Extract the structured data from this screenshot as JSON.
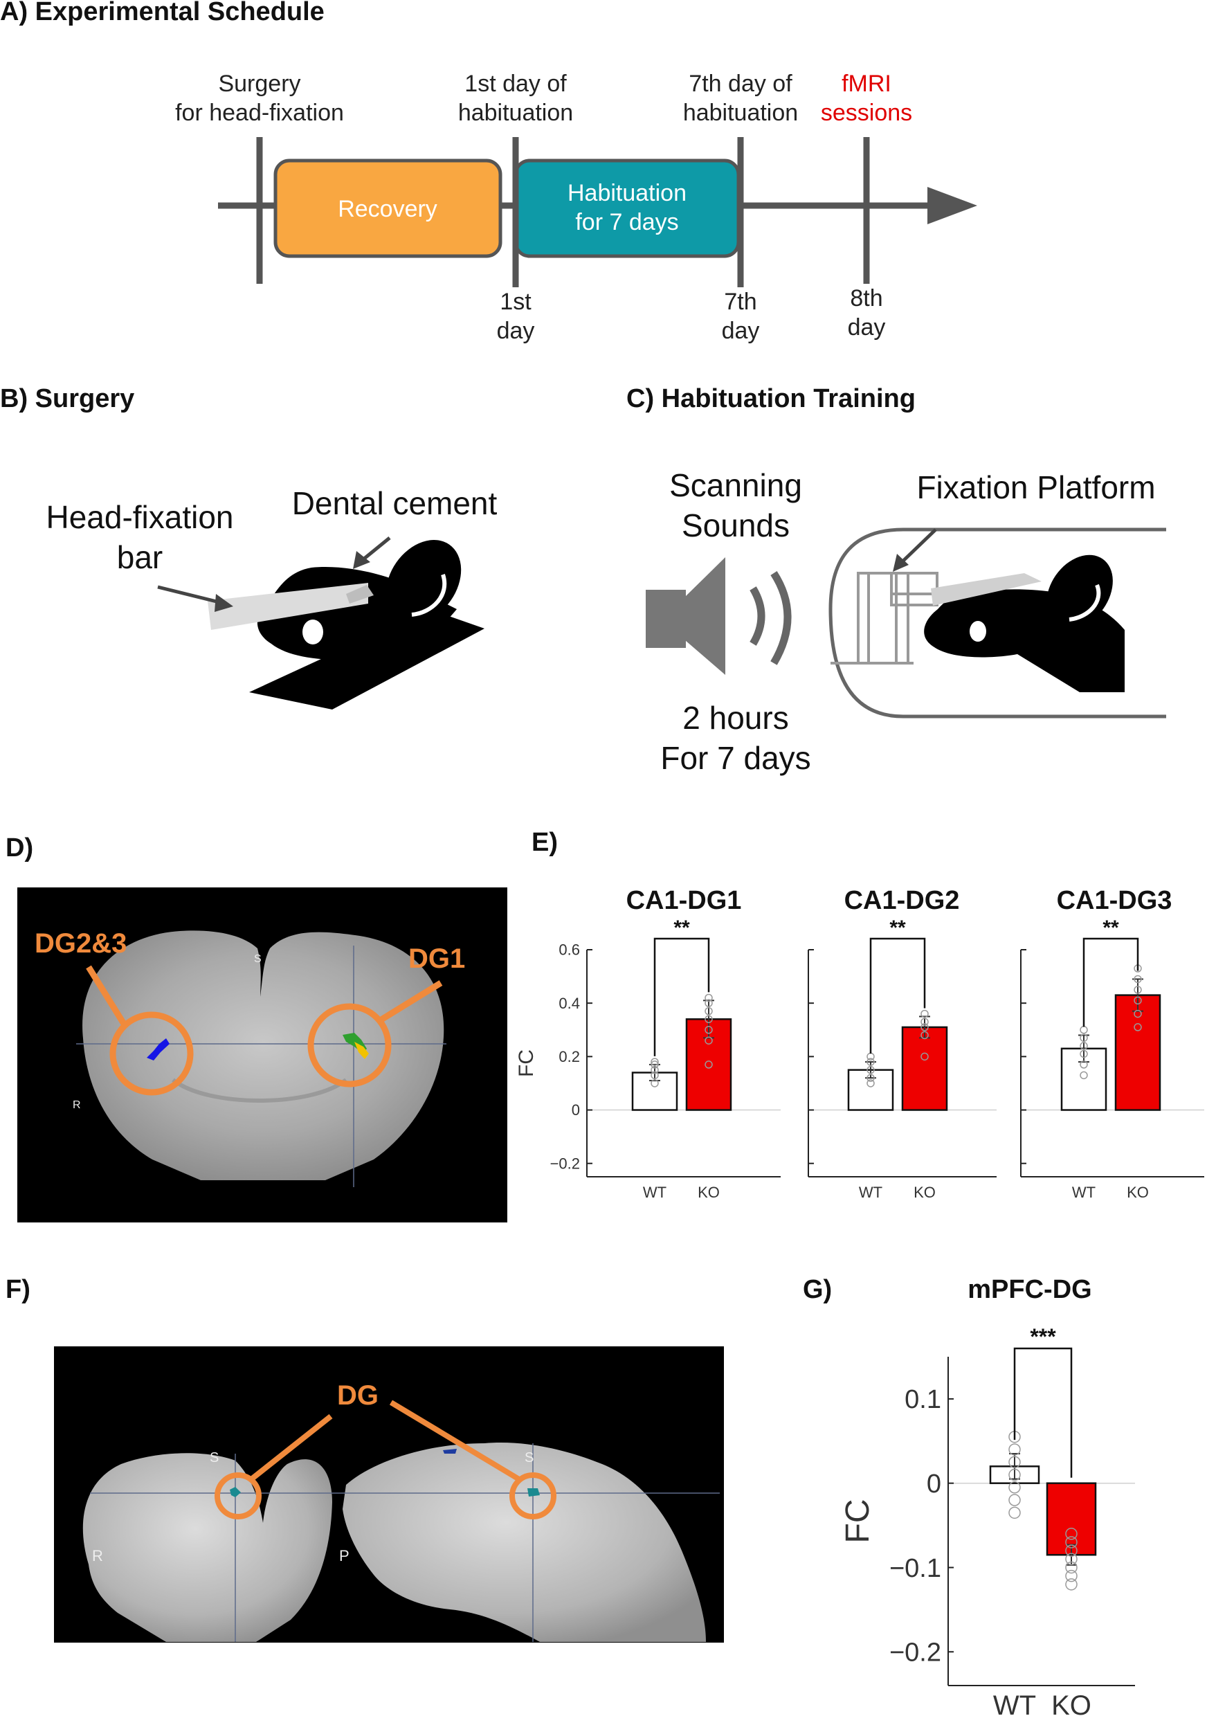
{
  "panelA": {
    "label": "A) Experimental Schedule",
    "surgery_line1": "Surgery",
    "surgery_line2": "for head-fixation",
    "hab1_line1": "1st day of",
    "hab1_line2": "habituation",
    "hab7_line1": "7th day of",
    "hab7_line2": "habituation",
    "fmri_line1": "fMRI",
    "fmri_line2": "sessions",
    "recovery": "Recovery",
    "habituation_line1": "Habituation",
    "habituation_line2": "for 7 days",
    "day1_line1": "1st",
    "day1_line2": "day",
    "day7_line1": "7th",
    "day7_line2": "day",
    "day8_line1": "8th",
    "day8_line2": "day",
    "colors": {
      "recovery": "#f9a741",
      "habituation": "#0e9aa7",
      "fmri": "#e00000",
      "axis": "#555555"
    }
  },
  "panelB": {
    "label": "B) Surgery",
    "bar_line1": "Head-fixation",
    "bar_line2": "bar",
    "cement": "Dental cement"
  },
  "panelC": {
    "label": "C) Habituation Training",
    "sounds_line1": "Scanning",
    "sounds_line2": "Sounds",
    "platform": "Fixation Platform",
    "duration_line1": "2 hours",
    "duration_line2": "For 7 days"
  },
  "panelD": {
    "label": "D)",
    "roi_left": "DG2&3",
    "roi_right": "DG1",
    "orient_s": "S",
    "orient_r": "R"
  },
  "panelE": {
    "label": "E)"
  },
  "panelF": {
    "label": "F)",
    "roi": "DG",
    "orient_s1": "S",
    "orient_r": "R",
    "orient_p": "P",
    "orient_s2": "S"
  },
  "panelG": {
    "label": "G)"
  },
  "chart_data": [
    {
      "type": "bar",
      "title": "CA1-DG1",
      "categories": [
        "WT",
        "KO"
      ],
      "values": [
        0.14,
        0.34
      ],
      "errors": [
        0.03,
        0.07
      ],
      "points": [
        [
          0.1,
          0.13,
          0.15,
          0.17,
          0.18
        ],
        [
          0.17,
          0.26,
          0.3,
          0.34,
          0.37,
          0.4,
          0.42
        ]
      ],
      "colors": [
        "#ffffff",
        "#ee0000"
      ],
      "significance": "**",
      "ylabel": "FC",
      "yticks": [
        -0.2,
        0,
        0.2,
        0.4,
        0.6
      ],
      "ylim": [
        -0.25,
        0.6
      ]
    },
    {
      "type": "bar",
      "title": "CA1-DG2",
      "categories": [
        "WT",
        "KO"
      ],
      "values": [
        0.15,
        0.31
      ],
      "errors": [
        0.03,
        0.04
      ],
      "points": [
        [
          0.1,
          0.12,
          0.15,
          0.18,
          0.2
        ],
        [
          0.2,
          0.28,
          0.31,
          0.33,
          0.36
        ]
      ],
      "colors": [
        "#ffffff",
        "#ee0000"
      ],
      "significance": "**",
      "ylabel": "",
      "ylim": [
        -0.25,
        0.6
      ]
    },
    {
      "type": "bar",
      "title": "CA1-DG3",
      "categories": [
        "WT",
        "KO"
      ],
      "values": [
        0.23,
        0.43
      ],
      "errors": [
        0.05,
        0.06
      ],
      "points": [
        [
          0.13,
          0.17,
          0.21,
          0.24,
          0.27,
          0.3
        ],
        [
          0.31,
          0.36,
          0.41,
          0.45,
          0.49,
          0.53
        ]
      ],
      "colors": [
        "#ffffff",
        "#ee0000"
      ],
      "significance": "**",
      "ylabel": "",
      "ylim": [
        -0.25,
        0.6
      ]
    },
    {
      "type": "bar",
      "title": "mPFC-DG",
      "categories": [
        "WT",
        "KO"
      ],
      "values": [
        0.02,
        -0.085
      ],
      "errors": [
        0.015,
        0.012
      ],
      "points": [
        [
          -0.035,
          -0.02,
          -0.005,
          0.01,
          0.025,
          0.04,
          0.055
        ],
        [
          -0.12,
          -0.11,
          -0.1,
          -0.09,
          -0.08,
          -0.07,
          -0.06
        ]
      ],
      "colors": [
        "#ffffff",
        "#ee0000"
      ],
      "significance": "***",
      "ylabel": "FC",
      "yticks": [
        -0.2,
        -0.1,
        0,
        0.1
      ],
      "ylim": [
        -0.24,
        0.15
      ]
    }
  ]
}
